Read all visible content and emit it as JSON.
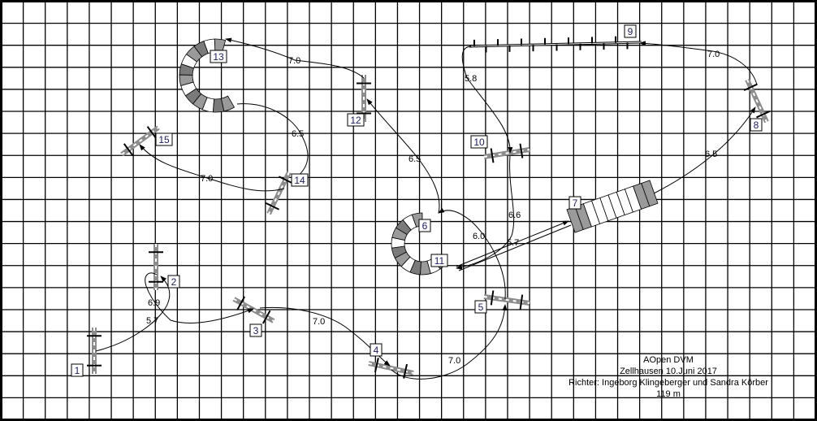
{
  "course": {
    "obstacles": [
      "1",
      "2",
      "3",
      "4",
      "5",
      "6",
      "7",
      "8",
      "9",
      "10",
      "11",
      "12",
      "13",
      "14",
      "15"
    ],
    "distances": [
      "5.7",
      "6.9",
      "7.0",
      "7.0",
      "6.0",
      "5.7",
      "6.6",
      "5.8",
      "7.0",
      "6.5",
      "6.5",
      "7.0",
      "6.5",
      "7.0"
    ],
    "info": {
      "event": "AOpen DVM",
      "place_date": "Zellhausen 10.Juni 2017",
      "judges": "Richter: Ingeborg Klingeberger und Sandra Körber",
      "length": "119 m"
    }
  },
  "colors": {
    "grid": "#000000",
    "obstacle_gray": "#8c8c8c",
    "obstacle_dark": "#6e6e6e",
    "label_text": "#1c1c5a"
  }
}
